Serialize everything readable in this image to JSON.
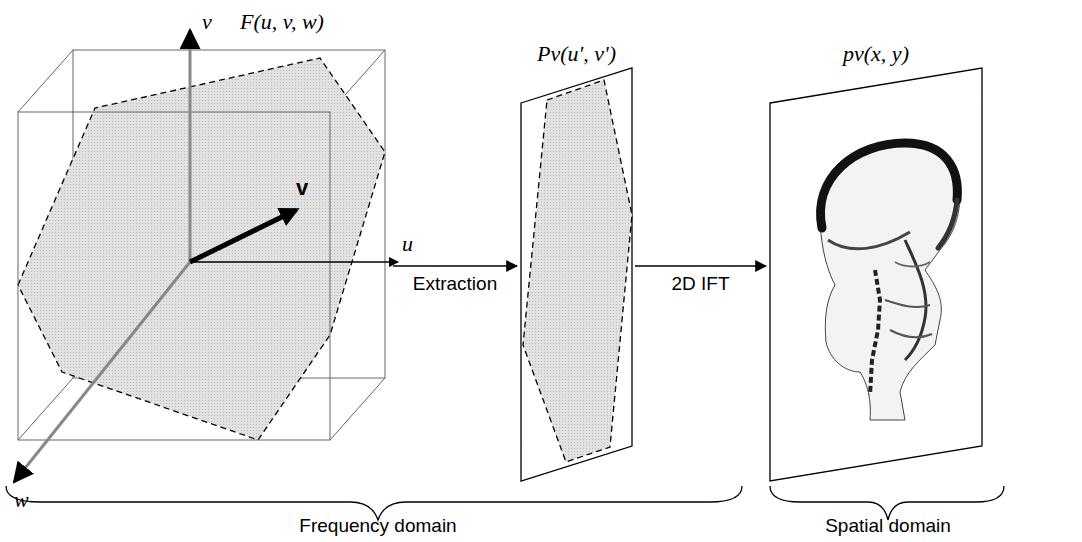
{
  "diagram": {
    "nodes": [
      {
        "text": [
          "F(u, v, w)"
        ]
      },
      {
        "text": [
          "Pv(u', v')"
        ]
      },
      {
        "text": [
          "pv(x, y)"
        ]
      }
    ],
    "edges": [
      {
        "from": 0,
        "to": 1,
        "arrow": "to",
        "label": "Extraction"
      },
      {
        "from": 1,
        "to": 2,
        "arrow": "to",
        "label": "2D IFT"
      }
    ],
    "labels": [
      "v",
      "u",
      "w",
      "v",
      "Frequency domain",
      "Spatial domain"
    ]
  }
}
